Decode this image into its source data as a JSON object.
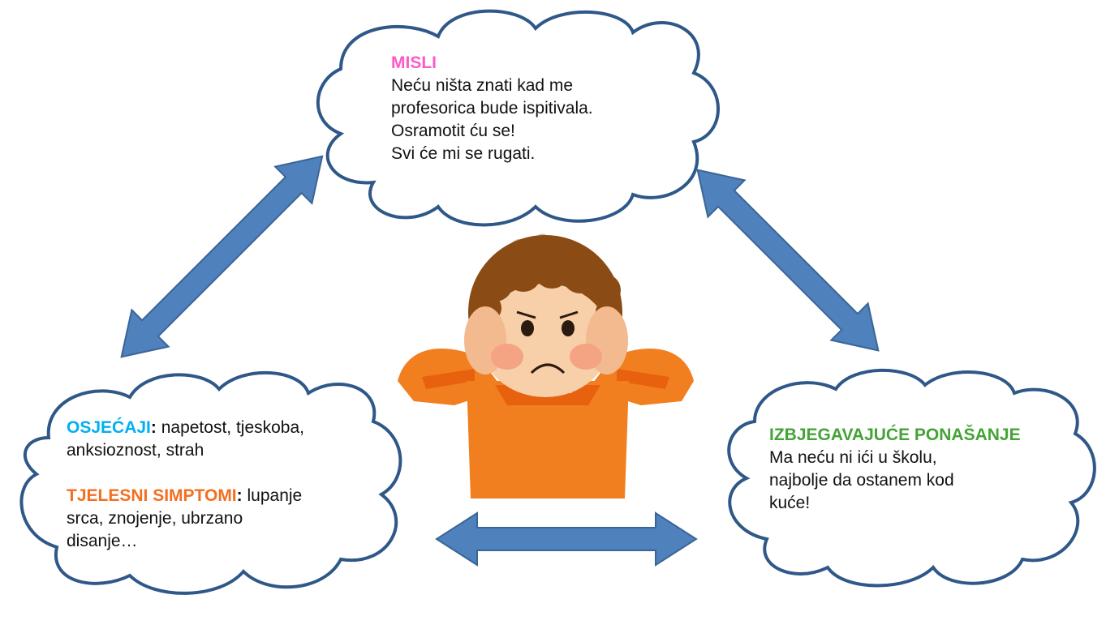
{
  "colors": {
    "thoughts_heading": "#ff59c8",
    "feelings_heading": "#00b0f0",
    "symptoms_heading": "#f26f21",
    "behavior_heading": "#43a335",
    "cloud_outline": "#2f5888",
    "arrow_fill": "#4f81bd",
    "arrow_stroke": "#3a6597",
    "shirt": "#f27f1f",
    "hair": "#8a4b14"
  },
  "icons": {
    "arrows": "double-headed-arrow-icon",
    "person": "stressed-child-icon"
  },
  "thoughts": {
    "heading": "MISLI",
    "lines": [
      "Neću ništa znati kad me",
      "profesorica bude ispitivala.",
      "Osramotit ću se!",
      "Svi će mi se rugati."
    ]
  },
  "feelings": {
    "heading": "OSJEĆAJI",
    "colon": ":",
    "text_line1": " napetost, tjeskoba,",
    "text_line2": "anksioznost, strah"
  },
  "symptoms": {
    "heading": "TJELESNI SIMPTOMI",
    "colon": ":",
    "text_line1": " lupanje",
    "text_line2": "srca, znojenje, ubrzano",
    "text_line3": "disanje…"
  },
  "behavior": {
    "heading": "IZBJEGAVAJUĆE PONAŠANJE",
    "lines": [
      "Ma neću ni ići u školu,",
      "najbolje da ostanem kod",
      "kuće!"
    ]
  }
}
